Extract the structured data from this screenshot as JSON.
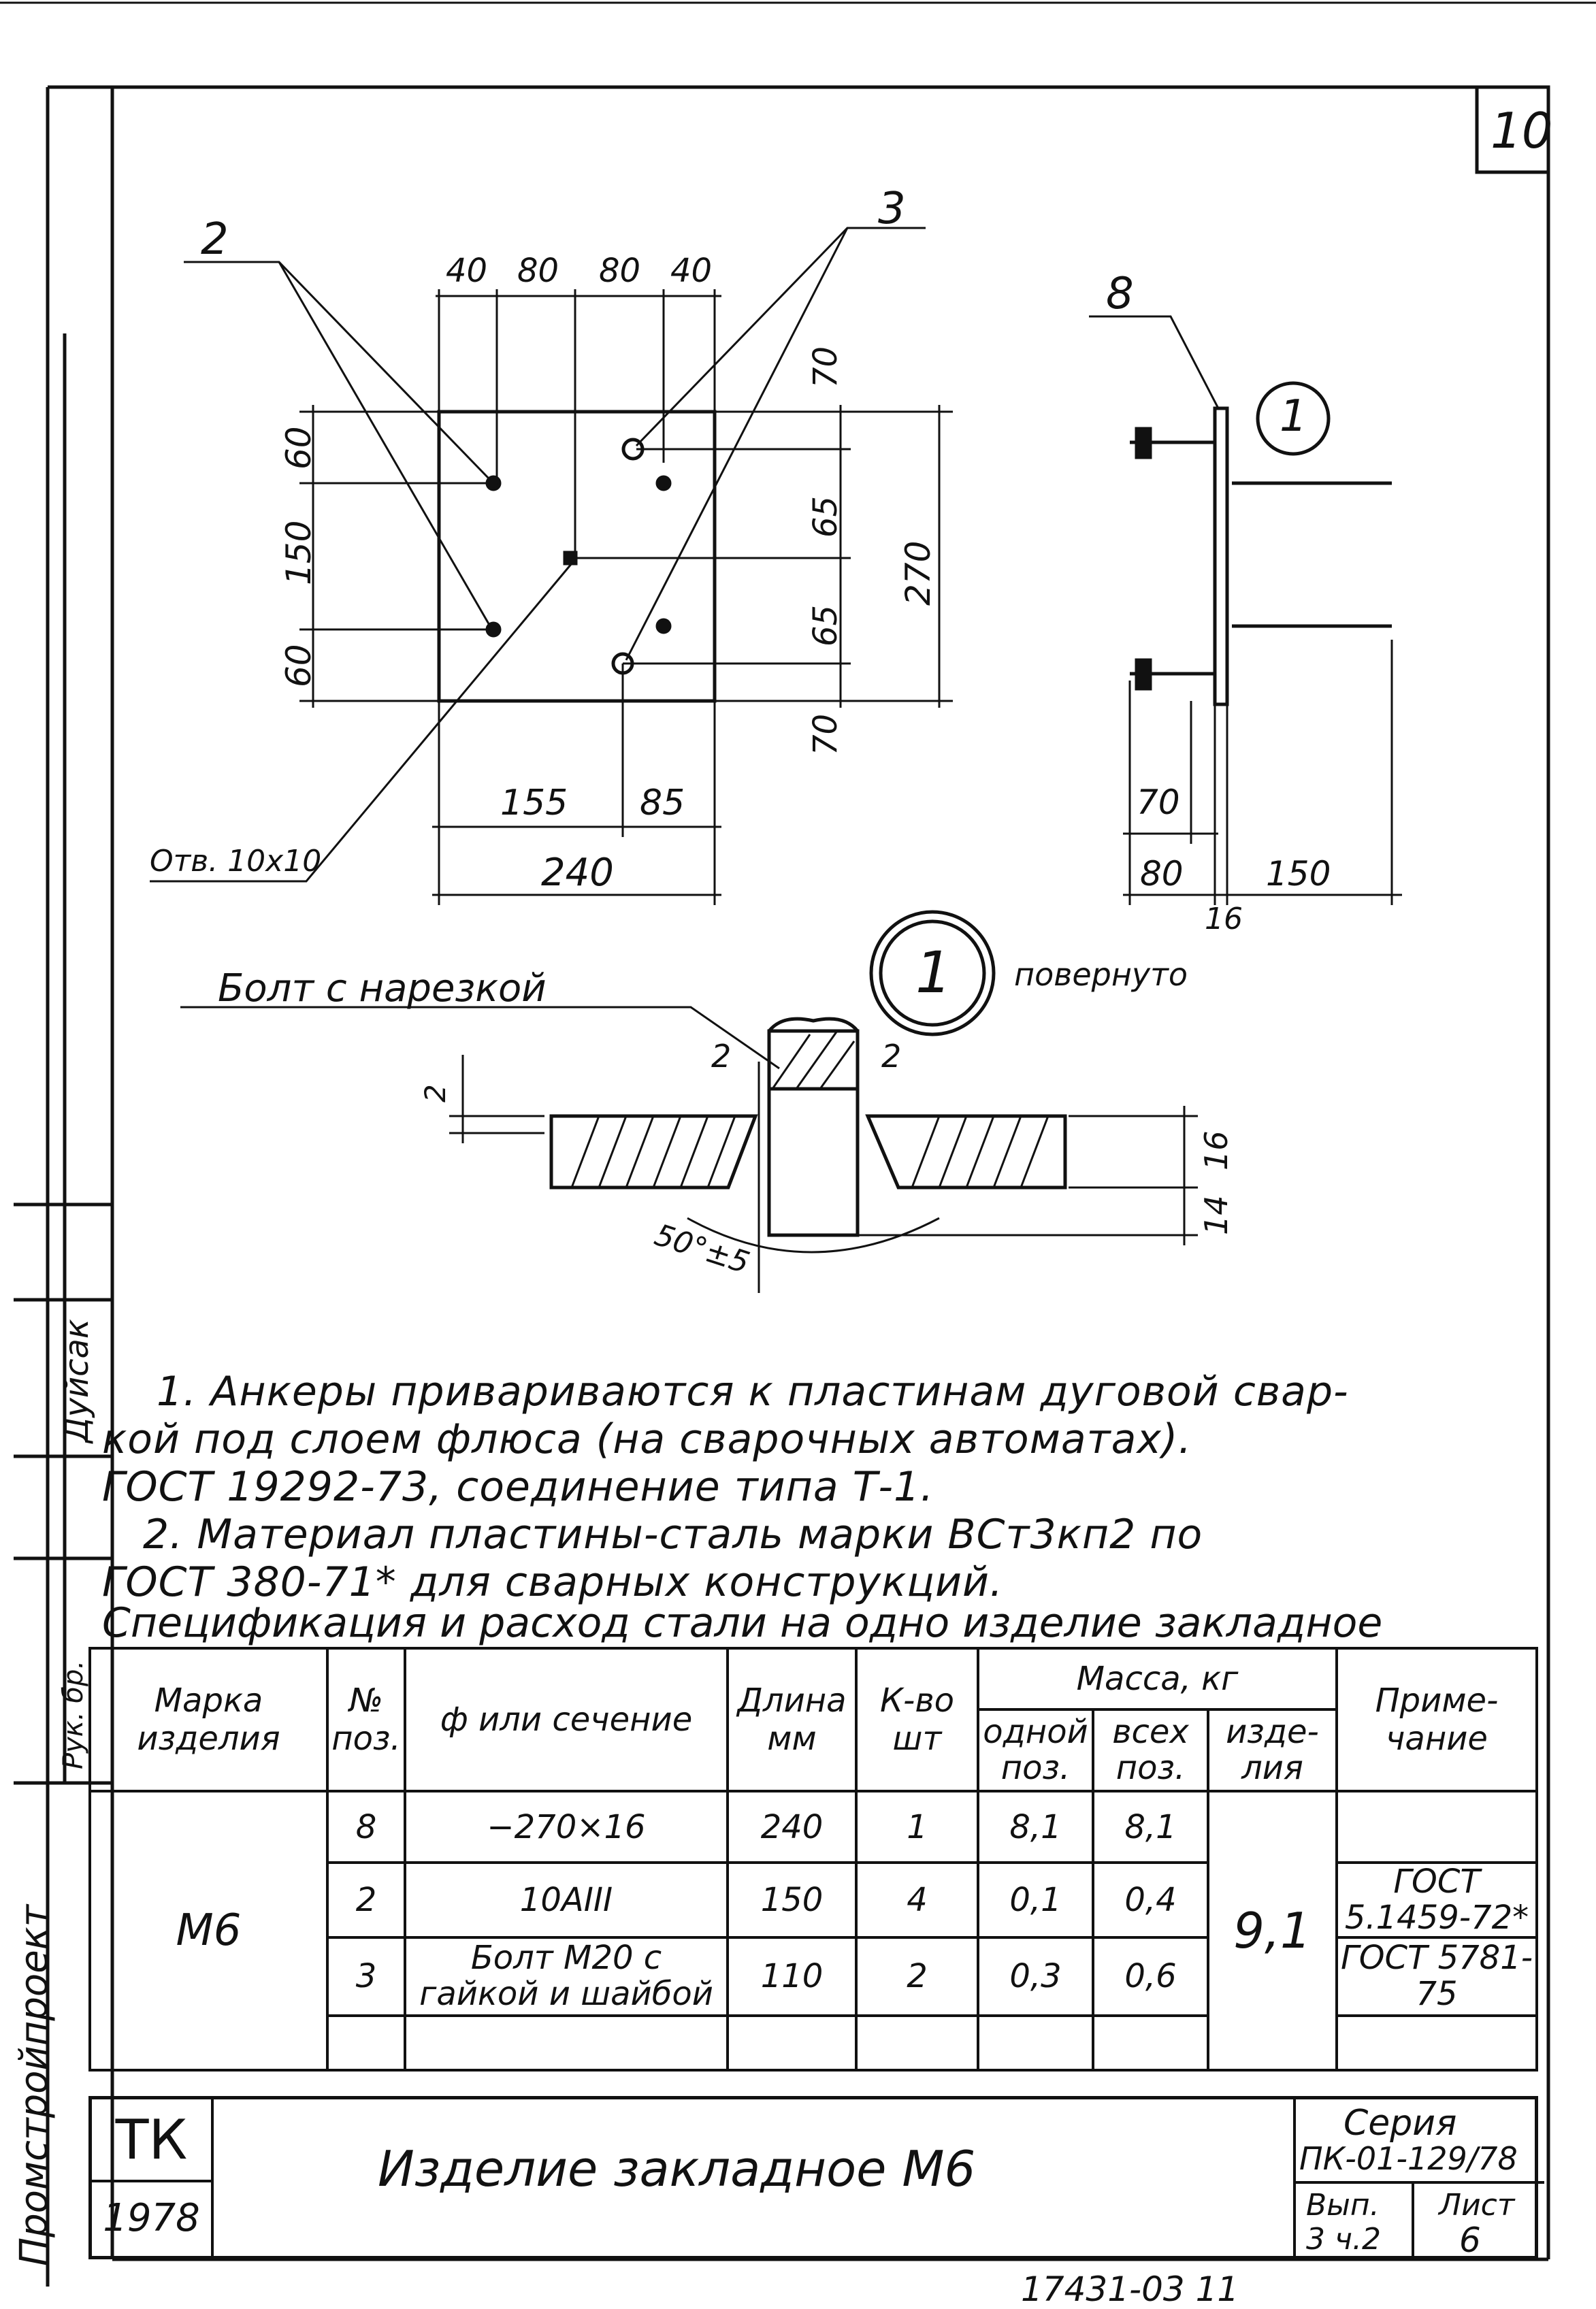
{
  "sheet_number": "10",
  "drawing": {
    "callouts": {
      "pos2": "2",
      "pos3": "3",
      "pos8": "8",
      "detail1": "1",
      "detail1b": "1"
    },
    "top_dims": [
      "40",
      "80",
      "80",
      "40"
    ],
    "left_dims": [
      "60",
      "150",
      "60"
    ],
    "right_dims": [
      "70",
      "65",
      "65",
      "70"
    ],
    "total_height": "270",
    "bottom_dims": [
      "155",
      "85"
    ],
    "total_width": "240",
    "hole_label": "Отв. 10х10",
    "side_dims": {
      "d70": "70",
      "d80": "80",
      "d150": "150",
      "d16": "16"
    },
    "rotated_label": "повернуто",
    "bolt_label": "Болт с нарезкой",
    "detail_dims": {
      "a": "2",
      "b": "2",
      "c": "2",
      "t16": "16",
      "t14": "14",
      "angle": "50°±5"
    }
  },
  "notes": [
    "1. Анкеры приваривaются к пластинам дуговой свар-",
    "кой под слоем флюса (на сварочных автоматах).",
    "ГОСТ 19292-73, соединение типа Т-1.",
    "2. Материал пластины-сталь марки ВСт3кп2 по",
    "ГОСТ 380-71* для сварных конструкций."
  ],
  "spec_title": "Спецификация и расход стали на одно изделие закладное",
  "table": {
    "headers": {
      "mark": "Марка изделия",
      "pos": "№ поз.",
      "section": "ф или сечение",
      "length": "Длина мм",
      "qty": "К-во шт",
      "mass": "Масса, кг",
      "mass_one": "одной поз.",
      "mass_all": "всех поз.",
      "mass_item": "изде- лия",
      "note": "Приме- чание"
    },
    "mark": "М6",
    "mass_item": "9,1",
    "rows": [
      {
        "pos": "8",
        "section": "−270×16",
        "length": "240",
        "qty": "1",
        "one": "8,1",
        "all": "8,1",
        "note": ""
      },
      {
        "pos": "2",
        "section": "10АIII",
        "length": "150",
        "qty": "4",
        "one": "0,1",
        "all": "0,4",
        "note": "ГОСТ 5.1459-72*"
      },
      {
        "pos": "3",
        "section": "Болт М20 с гайкой и шайбой",
        "length": "110",
        "qty": "2",
        "one": "0,3",
        "all": "0,6",
        "note": "ГОСТ 5781-75"
      }
    ]
  },
  "title_block": {
    "org": "ТК",
    "year": "1978",
    "title": "Изделие закладное М6",
    "series_label": "Серия",
    "series": "ПК-01-129/78",
    "issue_label": "Вып.",
    "issue": "3 ч.2",
    "sheet_label": "Лист",
    "sheet": "6"
  },
  "side_stamp": {
    "org": "Промстройпроект",
    "role": "Рук. бр.",
    "name": "Дуйсак"
  },
  "bottom_number": "17431-03  11"
}
